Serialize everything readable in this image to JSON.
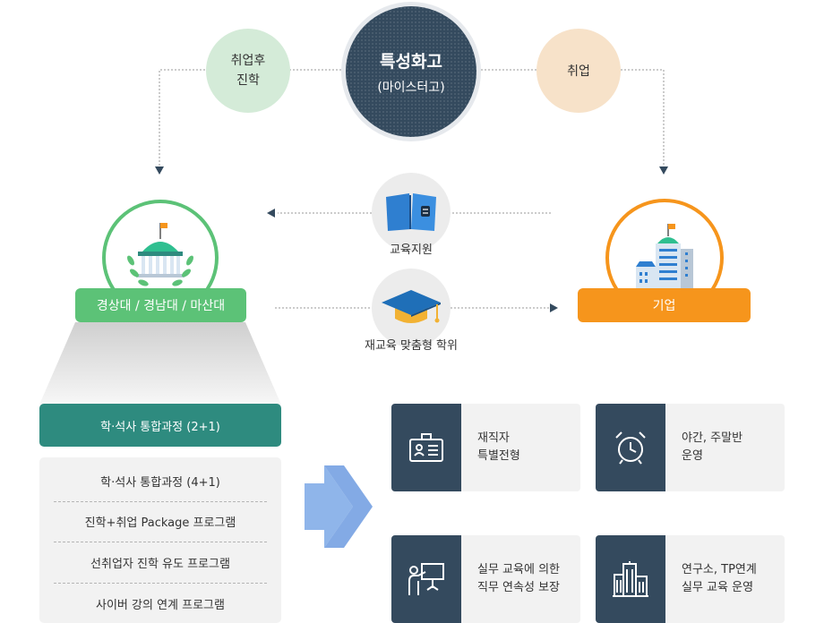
{
  "center": {
    "title": "특성화고",
    "subtitle": "(마이스터고)"
  },
  "advance": {
    "line1": "취업후",
    "line2": "진학"
  },
  "employ": {
    "label": "취업"
  },
  "support": {
    "edu_label": "교육지원",
    "grad_label": "재교육 맞춤형 학위"
  },
  "university": {
    "label": "경상대 / 경남대 / 마산대"
  },
  "company": {
    "label": "기업"
  },
  "integrated": {
    "label": "학·석사 통합과정 (2+1)"
  },
  "programs": [
    "학·석사 통합과정 (4+1)",
    "진학+취업 Package 프로그램",
    "선취업자 진학 유도 프로그램",
    "사이버 강의 연계 프로그램"
  ],
  "cards": [
    {
      "line1": "재직자",
      "line2": "특별전형",
      "icon": "id-card-icon"
    },
    {
      "line1": "야간, 주말반",
      "line2": "운영",
      "icon": "alarm-clock-icon"
    },
    {
      "line1": "실무 교육에 의한",
      "line2": "직무 연속성 보장",
      "icon": "presentation-icon"
    },
    {
      "line1": "연구소, TP연계",
      "line2": "실무 교육 운영",
      "icon": "buildings-icon"
    }
  ],
  "colors": {
    "navy": "#344a5e",
    "green": "#5cc277",
    "orange": "#f6951c",
    "teal": "#2e8b7f"
  }
}
